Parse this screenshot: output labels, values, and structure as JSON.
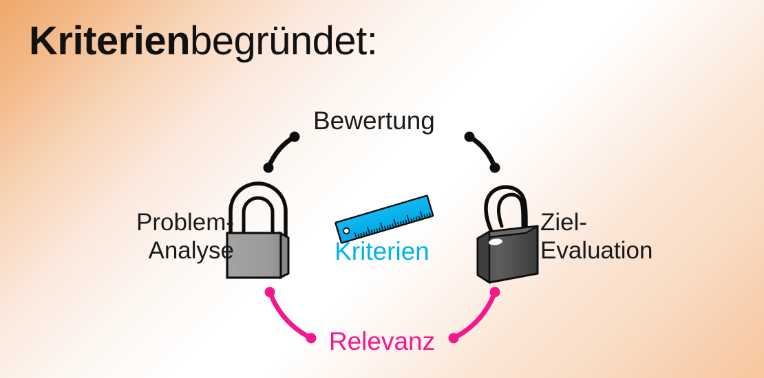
{
  "title": {
    "bold_part": "Kriterien",
    "light_part": "begründet:"
  },
  "diagram": {
    "top_label": "Bewertung",
    "left_label": "Problem-\nAnalyse",
    "right_label": "Ziel-\nEvaluation",
    "center_label": "Kriterien",
    "bottom_label": "Relevanz"
  },
  "icons": {
    "center": "ruler-icon",
    "left": "closed-padlock-icon",
    "right": "open-padlock-icon"
  },
  "colors": {
    "background_orange": "#f0a869",
    "background_white": "#ffffff",
    "cyan": "#00b3f0",
    "magenta": "#f4188c",
    "black": "#111111",
    "lock_left_grey": "#9d9d9d",
    "lock_right_grey": "#555555"
  }
}
